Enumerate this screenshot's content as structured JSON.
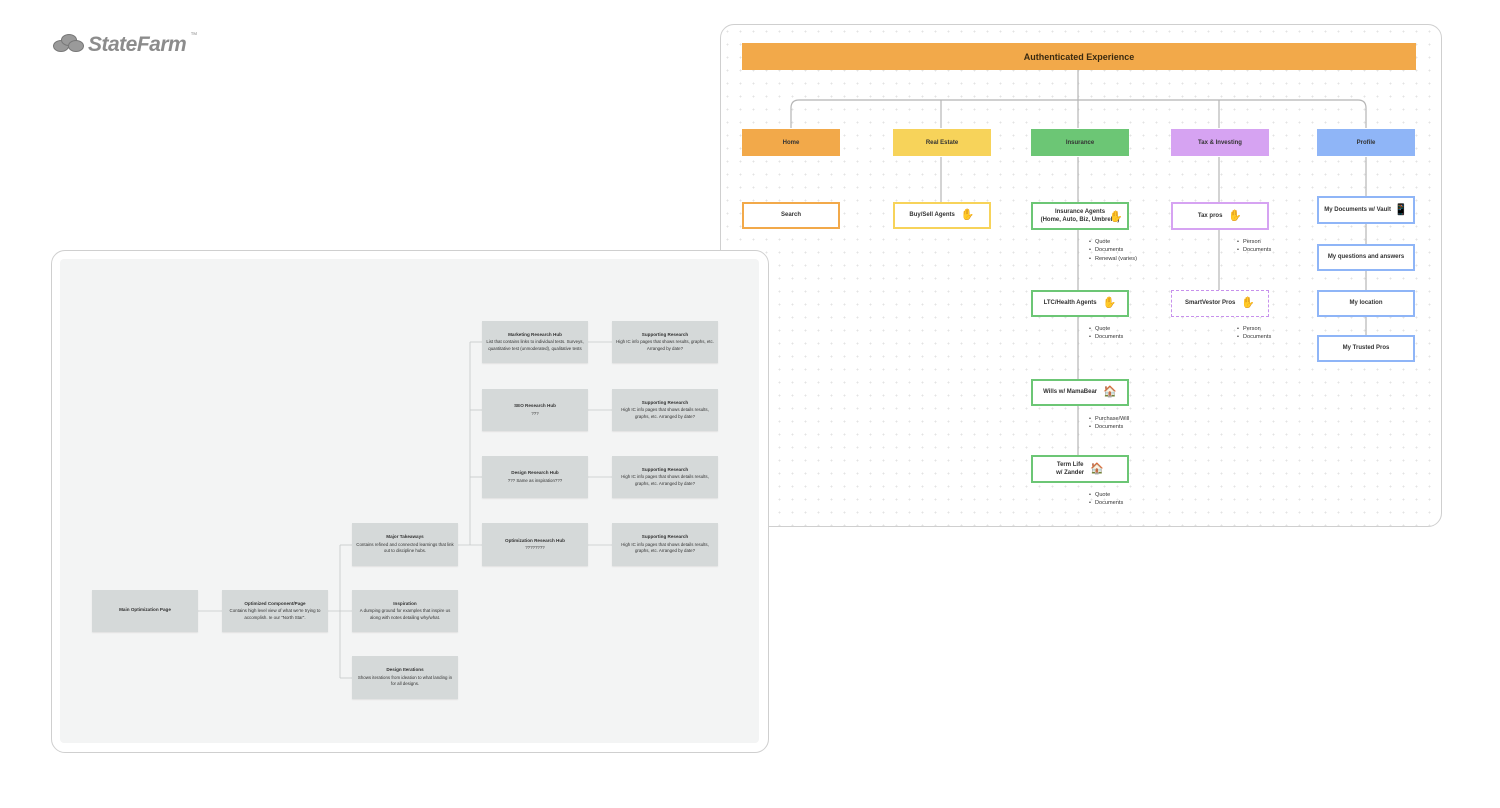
{
  "logo": {
    "text": "StateFarm",
    "tm": "™"
  },
  "authenticated": {
    "title": "Authenticated Experience",
    "categories": [
      {
        "label": "Home",
        "color": "#f2a94a"
      },
      {
        "label": "Real Estate",
        "color": "#f7d35a"
      },
      {
        "label": "Insurance",
        "color": "#6cc675"
      },
      {
        "label": "Tax & Investing",
        "color": "#d6a3f2"
      },
      {
        "label": "Profile",
        "color": "#8fb5f7"
      }
    ],
    "home": {
      "search": "Search"
    },
    "real_estate": {
      "buy_sell": "Buy/Sell Agents"
    },
    "insurance": {
      "agents_line1": "Insurance Agents",
      "agents_line2": "(Home, Auto, Biz, Umbrella)",
      "agents_bullets": [
        "Quote",
        "Documents",
        "Renewal (varies)"
      ],
      "ltc": "LTC/Health Agents",
      "ltc_bullets": [
        "Quote",
        "Documents"
      ],
      "wills": "Wills w/ MamaBear",
      "wills_bullets": [
        "Purchase/Will",
        "Documents"
      ],
      "term_line1": "Term Life",
      "term_line2": "w/ Zander",
      "term_bullets": [
        "Quote",
        "Documents"
      ]
    },
    "tax": {
      "pros": "Tax pros",
      "pros_bullets": [
        "Person",
        "Documents"
      ],
      "smartvestor": "SmartVestor Pros",
      "smartvestor_bullets": [
        "Person",
        "Documents"
      ]
    },
    "profile": {
      "docs": "My Documents w/ Vault",
      "qa": "My questions and answers",
      "location": "My location",
      "trusted": "My Trusted Pros"
    }
  },
  "optimization": {
    "main": "Main Optimization Page",
    "component": {
      "title": "Optimized Component/Page",
      "desc": "Contains high level view of what we're trying to accomplish. Ie our \"North Star\"."
    },
    "takeaways": {
      "title": "Major Takeaways",
      "desc": "Contains refined and connected learnings that link out to discipline hubs."
    },
    "inspiration": {
      "title": "Inspiration",
      "desc": "A dumping ground for examples that inspire us along with notes detailing why/what."
    },
    "iterations": {
      "title": "Design Iterations",
      "desc": "Shows iterations from ideation to what landing in for all designs."
    },
    "hubs": [
      {
        "title": "Marketing Research Hub",
        "desc": "List that contains links to individual tests. Surveys, quantitative test (unmoderated), qualitative tests"
      },
      {
        "title": "SEO Research Hub",
        "desc": "???"
      },
      {
        "title": "Design Research Hub",
        "desc": "??? Same as inspiration???"
      },
      {
        "title": "Optimization Research Hub",
        "desc": "????????"
      }
    ],
    "support": [
      {
        "title": "Supporting Research",
        "desc": "High IC info pages that shows results, graphs, etc. Arranged by date?"
      },
      {
        "title": "Supporting Research",
        "desc": "High IC info pages that shows details results, graphs, etc. Arranged by date?"
      },
      {
        "title": "Supporting Research",
        "desc": "High IC info pages that shows details results, graphs, etc. Arranged by date?"
      },
      {
        "title": "Supporting Research",
        "desc": "High IC info pages that shows details results, graphs, etc. Arranged by date?"
      }
    ]
  },
  "colors": {
    "banner": "#f2a94a",
    "home": "#f2a94a",
    "real_estate": "#f7d35a",
    "insurance": "#6cc675",
    "tax": "#d6a3f2",
    "profile": "#8fb5f7",
    "gray_box": "#d5d9d9"
  }
}
